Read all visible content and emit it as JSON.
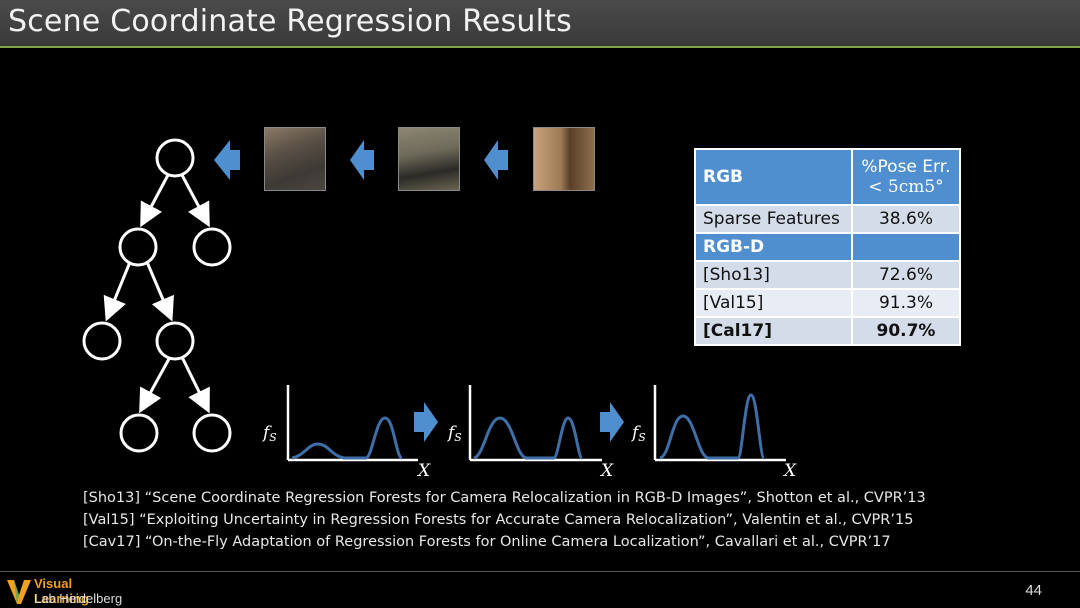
{
  "header": {
    "title": "Scene Coordinate Regression Results"
  },
  "table": {
    "rgb_header": "RGB",
    "col_header_line1": "%Pose Err.",
    "col_header_line2": "< 5cm5°",
    "rows": [
      {
        "method": "Sparse Features",
        "value": "38.6%"
      },
      {
        "method": "RGB-D",
        "value": ""
      },
      {
        "method": "[Sho13]",
        "value": "72.6%"
      },
      {
        "method": "[Val15]",
        "value": "91.3%"
      },
      {
        "method": "[Cal17]",
        "value": "90.7%"
      }
    ]
  },
  "plots": {
    "ylabel": "f",
    "ylabel_sub": "S",
    "xlabel": "X"
  },
  "references": [
    "[Sho13] “Scene Coordinate Regression Forests for Camera Relocalization in RGB-D Images”, Shotton et al., CVPR’13",
    "[Val15] “Exploiting Uncertainty in Regression Forests for Accurate Camera Relocalization”, Valentin et al., CVPR’15",
    "[Cav17] “On-the-Fly Adaptation of Regression Forests for Online Camera Localization”, Cavallari et al., CVPR’17"
  ],
  "footer": {
    "logo_line1": "Visual Learning",
    "logo_line2": "Lab Heidelberg",
    "page_number": "44"
  },
  "colors": {
    "accent_blue": "#4f8fcf",
    "curve_blue": "#3e6fa8",
    "title_underline": "#7fa34a"
  }
}
